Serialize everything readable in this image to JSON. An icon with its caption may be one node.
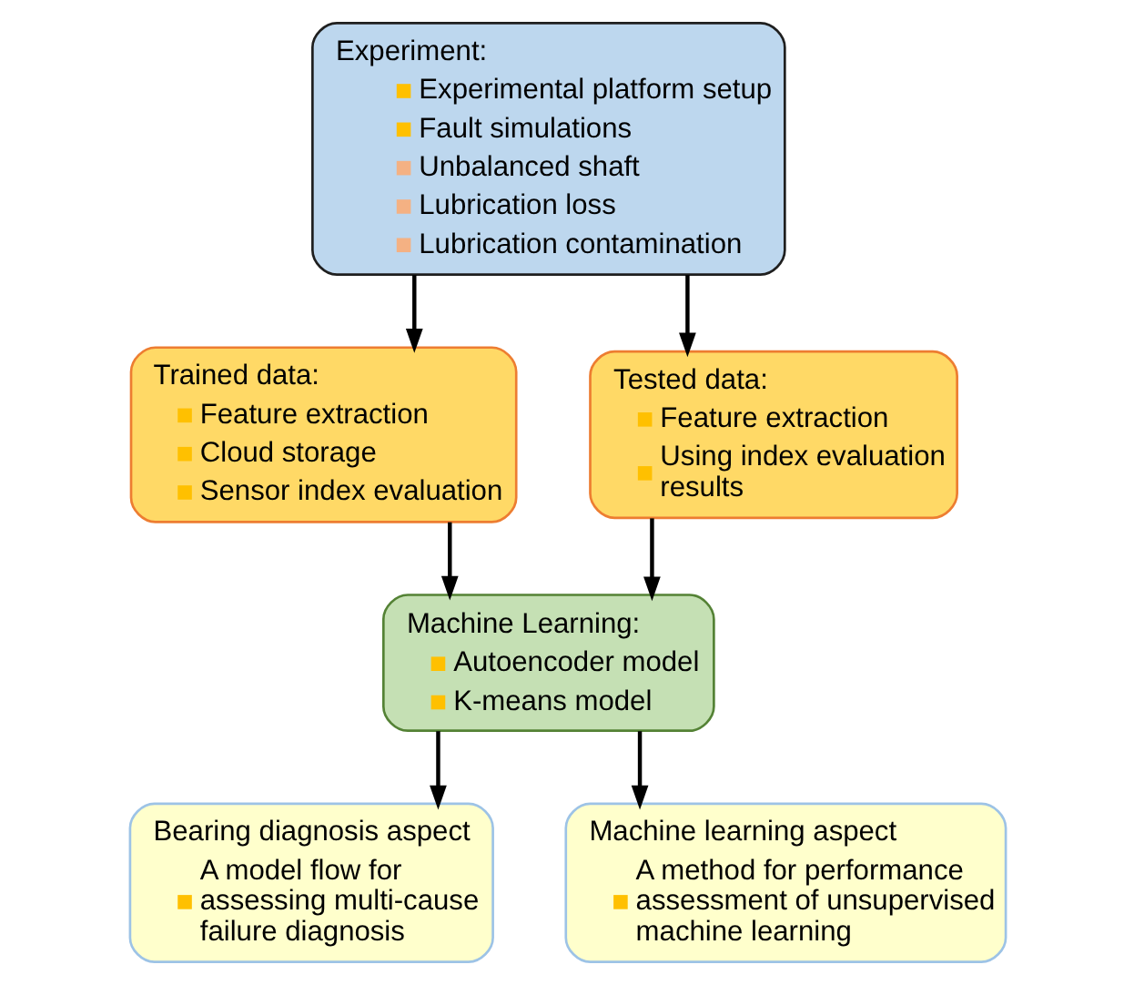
{
  "diagram": {
    "nodes": [
      {
        "text": [
          "Experiment:",
          "Experimental platform setup",
          "Fault simulations",
          "Unbalanced shaft",
          "Lubrication loss",
          "Lubrication contamination"
        ]
      },
      {
        "text": [
          "Trained data:",
          "Feature extraction",
          "Cloud storage",
          "Sensor index evaluation"
        ]
      },
      {
        "text": [
          "Tested data:",
          "Feature extraction",
          "Using index evaluation results"
        ]
      },
      {
        "text": [
          "Machine Learning:",
          "Autoencoder model",
          "K-means model"
        ]
      },
      {
        "text": [
          "Bearing diagnosis aspect",
          "A model flow for assessing multi-cause failure diagnosis"
        ]
      },
      {
        "text": [
          "Machine learning aspect",
          "A method for performance assessment of unsupervised machine learning"
        ]
      }
    ],
    "edges": [
      {
        "from": 0,
        "to": 1,
        "arrow": "to"
      },
      {
        "from": 0,
        "to": 2,
        "arrow": "to"
      },
      {
        "from": 1,
        "to": 3,
        "arrow": "to"
      },
      {
        "from": 2,
        "to": 3,
        "arrow": "to"
      },
      {
        "from": 3,
        "to": 4,
        "arrow": "to"
      },
      {
        "from": 3,
        "to": 5,
        "arrow": "to"
      }
    ]
  }
}
